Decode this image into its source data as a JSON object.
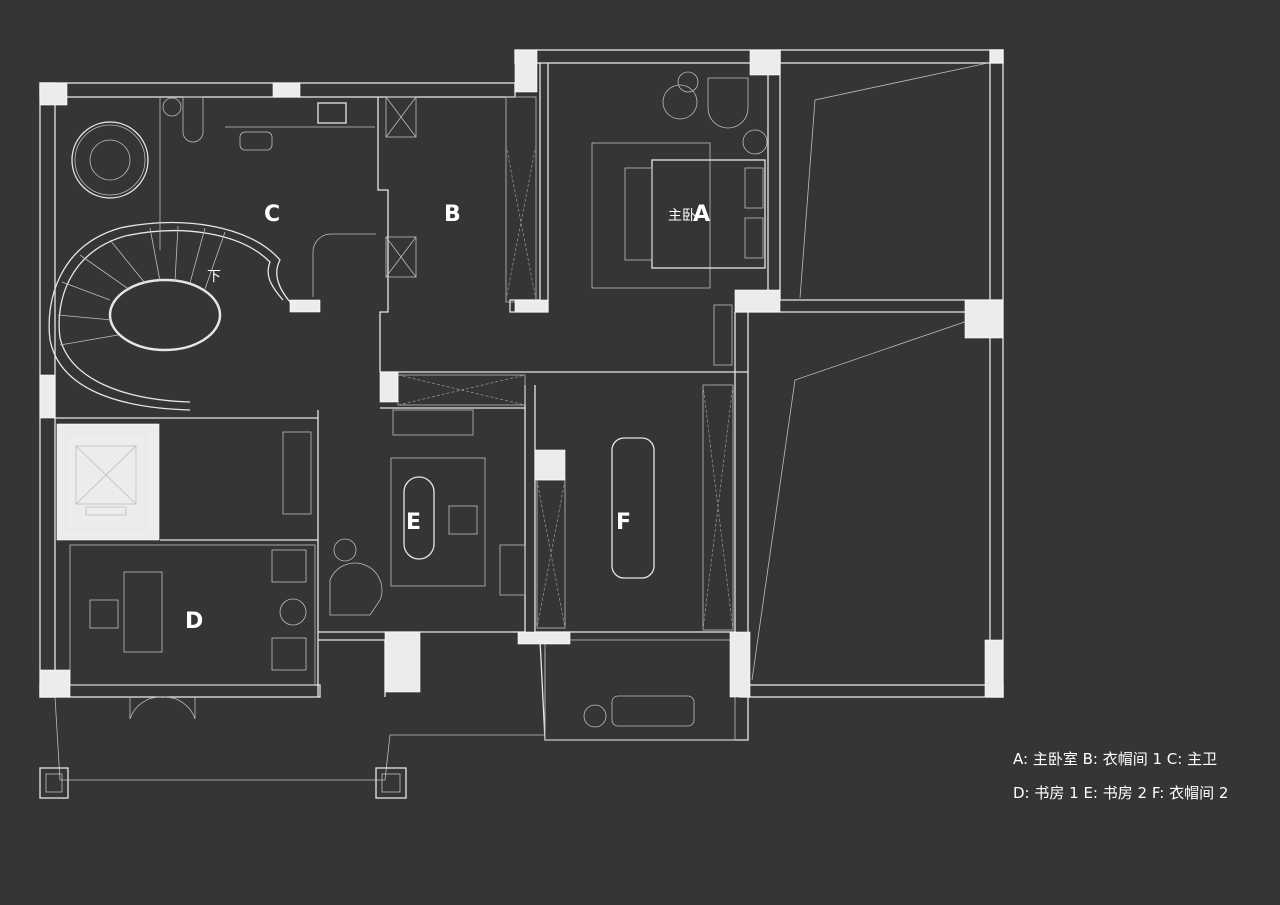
{
  "rooms": {
    "A": "A",
    "B": "B",
    "C": "C",
    "D": "D",
    "E": "E",
    "F": "F"
  },
  "labels": {
    "master_bedroom": "主卧",
    "stairs_down": "下"
  },
  "legend": {
    "line1": "A: 主卧室   B: 衣帽间 1   C: 主卫",
    "line2": "D: 书房 1   E: 书房 2   F:  衣帽间 2"
  },
  "colors": {
    "background": "#353535",
    "lines": "#e6e6e6",
    "pillars": "#ececec"
  }
}
